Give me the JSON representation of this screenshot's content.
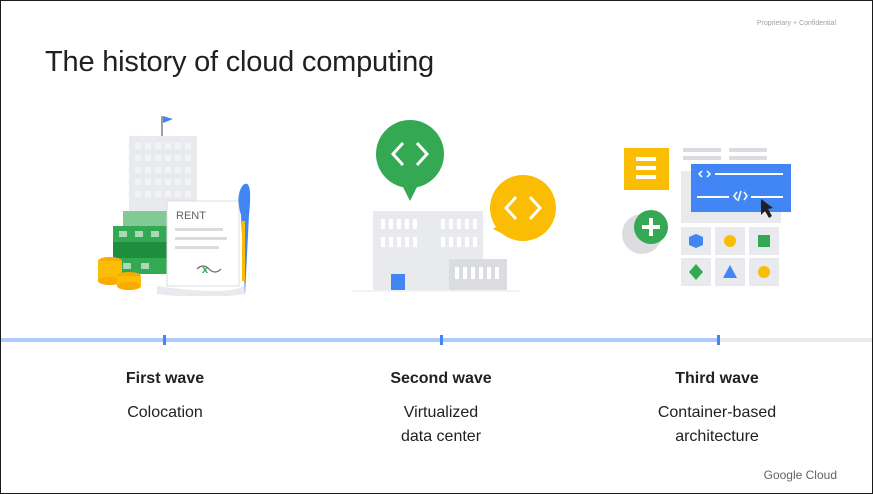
{
  "slide": {
    "title": "The history of cloud computing",
    "confidential": "Proprietary + Confidential",
    "footer": "Google Cloud"
  },
  "illustrations": {
    "first": {
      "rent_label": "RENT",
      "sign_mark": "x"
    }
  },
  "waves": [
    {
      "title": "First wave",
      "desc_lines": [
        "Colocation"
      ]
    },
    {
      "title": "Second wave",
      "desc_lines": [
        "Virtualized",
        "data center"
      ]
    },
    {
      "title": "Third wave",
      "desc_lines": [
        "Container-based",
        "architecture"
      ]
    }
  ],
  "colors": {
    "blue": "#4285f4",
    "green": "#34a853",
    "yellow": "#fbbc04",
    "timeline": "#aecbfa",
    "tick": "#4285f4"
  }
}
